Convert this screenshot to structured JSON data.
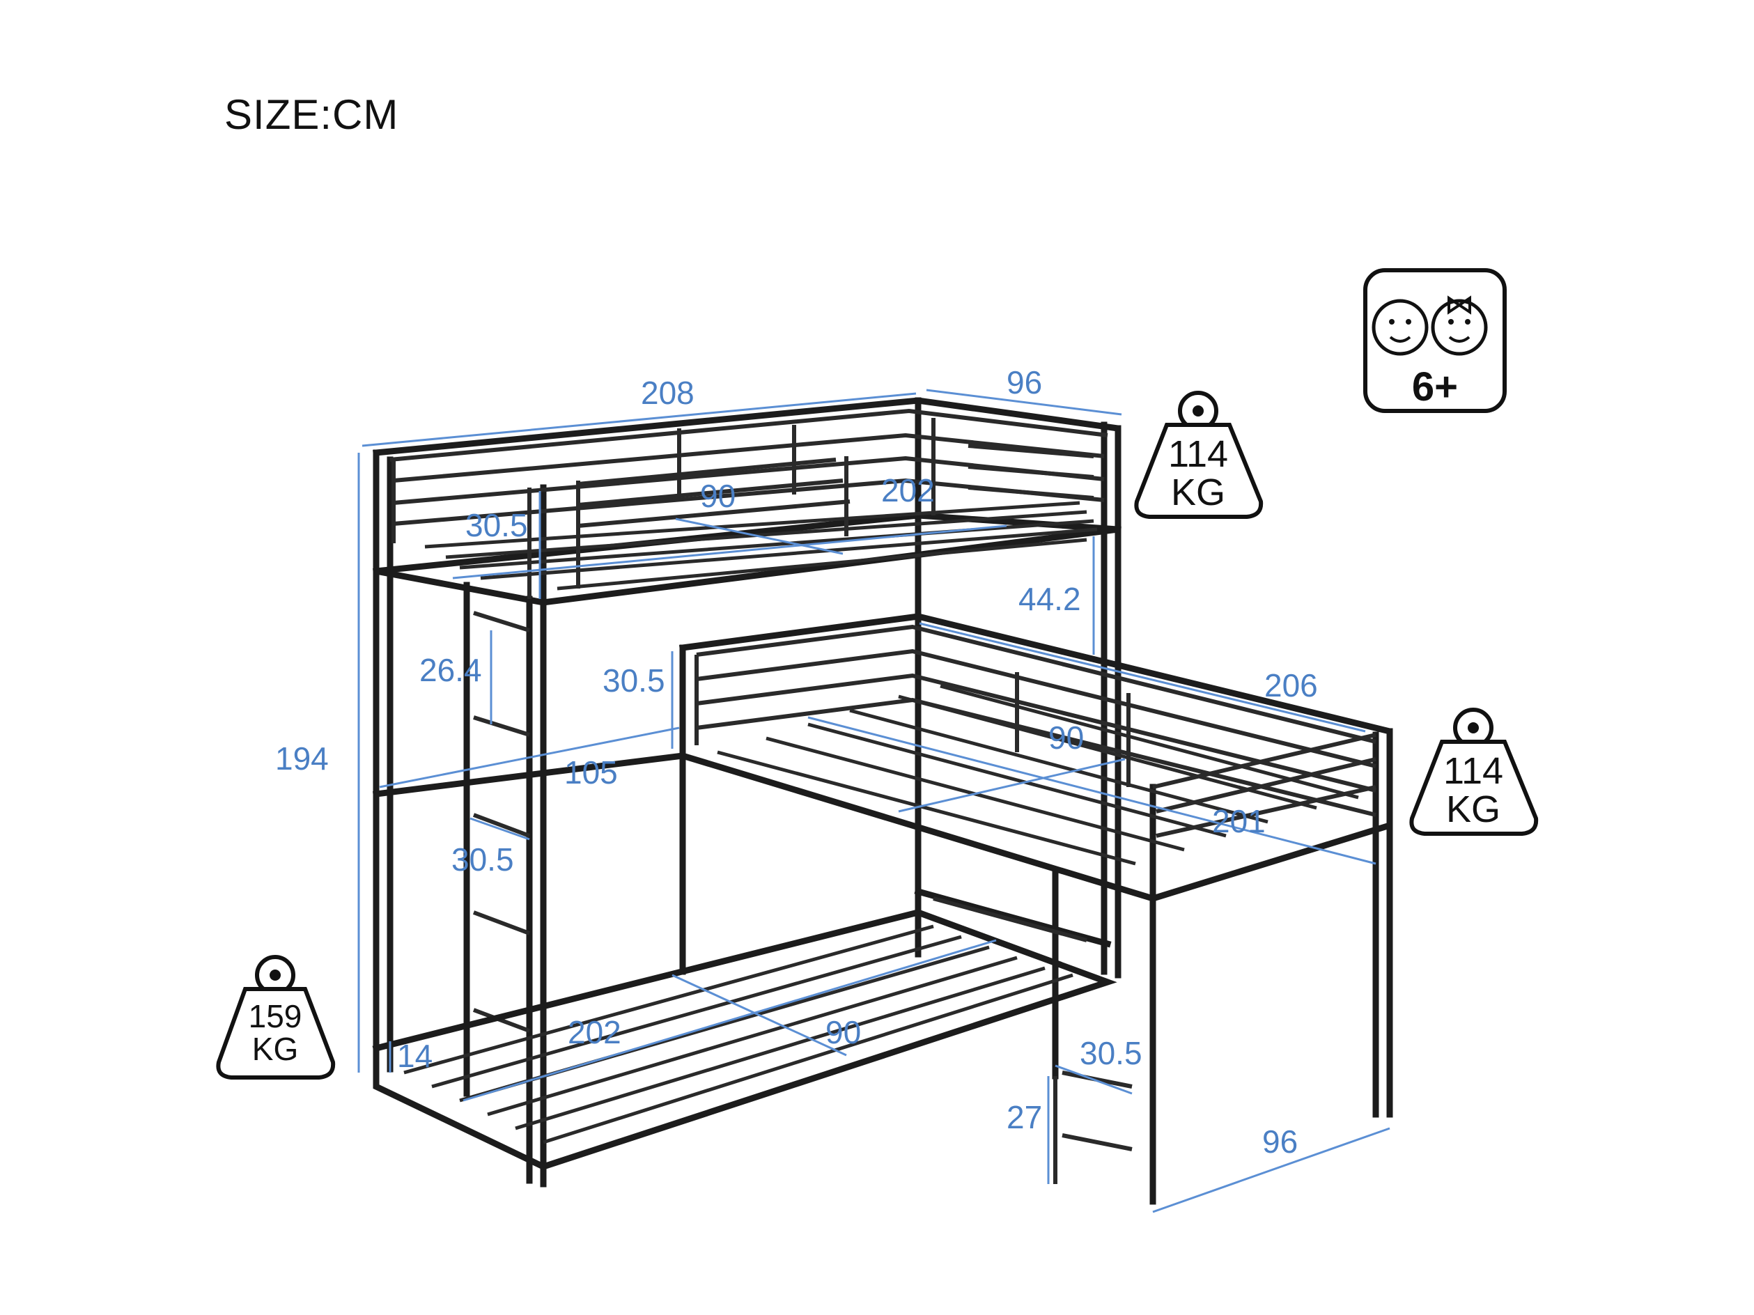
{
  "title": "SIZE:CM",
  "icon_names": [
    "weight-icon",
    "weight-icon",
    "weight-icon",
    "kids-age-icon"
  ],
  "colors": {
    "dimension": "#4a7fc4",
    "frame": "#1c1c1c"
  },
  "weights": {
    "top_value": "114",
    "top_unit": "KG",
    "middle_value": "114",
    "middle_unit": "KG",
    "bottom_value": "159",
    "bottom_unit": "KG"
  },
  "age": "6+",
  "dimensions": {
    "top_length": "208",
    "top_width": "96",
    "top_inner_length": "202",
    "top_inner_width": "90",
    "top_rail": "30.5",
    "gap_top_middle": "44.2",
    "ladder_step": "26.4",
    "middle_rail": "30.5",
    "middle_length": "206",
    "middle_inner_width": "90",
    "middle_inner_length": "201",
    "total_height": "194",
    "bottom_height": "105",
    "ladder_width": "30.5",
    "bottom_inner_length": "202",
    "bottom_inner_width": "90",
    "bottom_clearance": "14",
    "small_ladder_width": "30.5",
    "small_ladder_height": "27",
    "middle_width": "96"
  }
}
